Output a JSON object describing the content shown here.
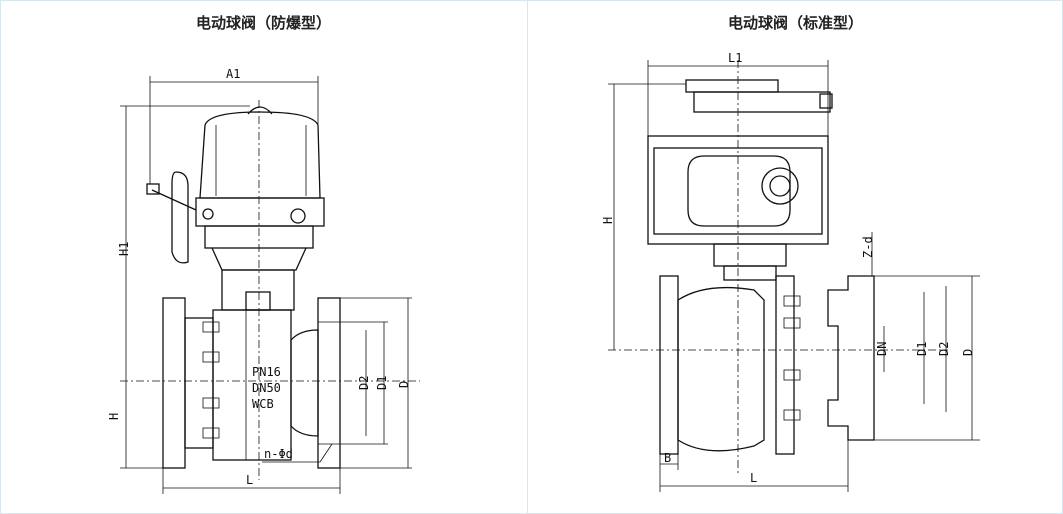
{
  "panels": [
    {
      "title": "电动球阀（防爆型）",
      "labels": {
        "A1": "A1",
        "H1": "H1",
        "H": "H",
        "L": "L",
        "D2": "D2",
        "D1": "D1",
        "D": "D",
        "nphid": "n-Φd",
        "pn": "PN16",
        "dn": "DN50",
        "wcb": "WCB"
      }
    },
    {
      "title": "电动球阀（标准型）",
      "labels": {
        "L1": "L1",
        "H": "H",
        "Zd": "Z-d",
        "DN": "DN",
        "D1": "D1",
        "D2": "D2",
        "D": "D",
        "B": "B",
        "L": "L"
      }
    }
  ]
}
